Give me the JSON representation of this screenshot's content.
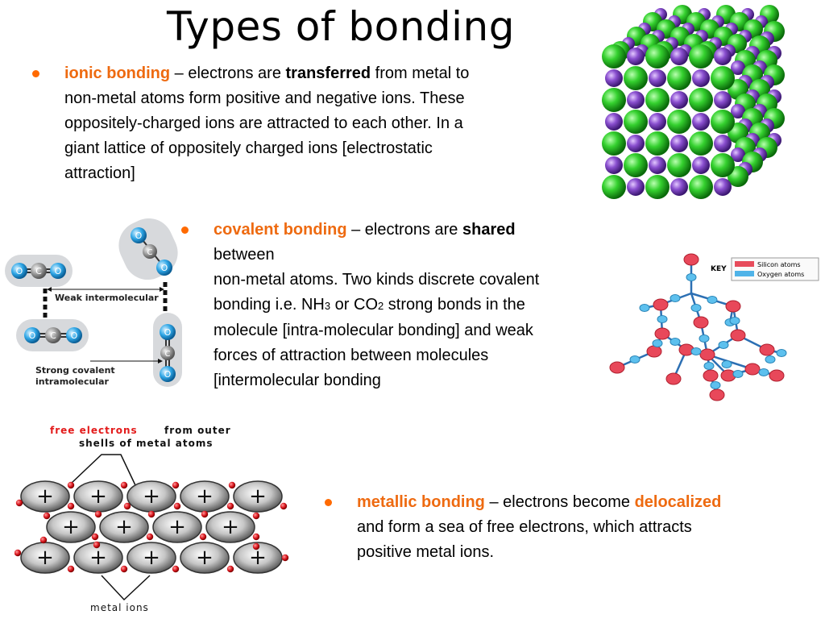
{
  "title": "Types of bonding",
  "colors": {
    "accent": "#ee6a10",
    "bullet": "#ff6a00",
    "ion_green": "#2ecc2e",
    "ion_purple": "#8b4fc9",
    "silicon": "#e74c5c",
    "oxygen": "#4fb3e8"
  },
  "ionic": {
    "term": "ionic bonding",
    "dash": " – electrons are ",
    "bold_word": "transferred",
    "line1_rest": " from metal to",
    "line2": "non-metal atoms  form positive and negative ions. These",
    "line3": "oppositely-charged ions are attracted to each other. In a",
    "line4": "giant lattice of oppositely charged ions [electrostatic",
    "line5": "attraction]"
  },
  "covalent": {
    "term": "covalent bonding",
    "dash": " – electrons are ",
    "bold_word": "shared",
    "line2": "between",
    "line3": "non-metal atoms. Two kinds discrete covalent",
    "line4_a": "bonding i.e. NH",
    "line4_sub1": "3",
    "line4_b": " or CO",
    "line4_sub2": "2",
    "line4_c": " strong bonds in the",
    "line5": "molecule [intra-molecular bonding] and weak",
    "line6": "forces of attraction between molecules",
    "line7": "[intermolecular bonding"
  },
  "metallic": {
    "term": "metallic bonding",
    "dash": " – electrons become ",
    "orange_word": "delocalized",
    "line2": "and form a sea of free electrons, which attracts",
    "line3": "positive metal ions."
  },
  "co2_diagram": {
    "atom_o": "O",
    "atom_c": "C",
    "weak_label": "Weak intermolecular",
    "strong_label_1": "Strong covalent",
    "strong_label_2": "intramolecular"
  },
  "silica_diagram": {
    "key_title": "KEY",
    "silicon_label": "Silicon atoms",
    "oxygen_label": "Oxygen atoms"
  },
  "metal_diagram": {
    "label_free": "free electrons",
    "label_from": " from outer",
    "label_shells": "shells of metal atoms",
    "label_ions": "metal ions",
    "ion_symbol": "+"
  }
}
